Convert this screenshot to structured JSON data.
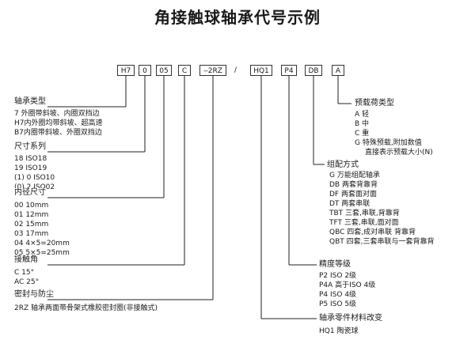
{
  "title": "角接触球轴承代号示例",
  "codes": {
    "h7": "H7",
    "c0": "0",
    "c05": "05",
    "cc": "C",
    "rz": "‒2RZ",
    "slash": "/",
    "hq1": "HQ1",
    "p4": "P4",
    "db": "DB",
    "a": "A"
  },
  "left": {
    "type": {
      "title": "轴承类型",
      "items": [
        "7  外圈带斜坡、内圈双挡边",
        "H7内外圈均带斜坡、超高速",
        "B7内圈带斜坡、外圈双挡边"
      ]
    },
    "size_series": {
      "title": "尺寸系列",
      "items": [
        "18  ISO18",
        "19  ISO19",
        "(1) 0  ISO10",
        "(0) 2  ISO02"
      ]
    },
    "bore": {
      "title": "内径尺寸",
      "items": [
        "00  10mm",
        "01  12mm",
        "02  15mm",
        "03  17mm",
        "04  4×5=20mm",
        "05  5×5=25mm"
      ]
    },
    "angle": {
      "title": "接触角",
      "items": [
        "C  15°",
        "AC  25°"
      ]
    },
    "seal": {
      "title": "密封与防尘",
      "items": [
        "2RZ  轴承两面带骨架式橡胶密封圈(非接触式)"
      ]
    }
  },
  "right": {
    "preload": {
      "title": "预载荷类型",
      "items": [
        "A  轻",
        "B  中",
        "C  重",
        "G  特殊预载,附加数值",
        "直接表示预载大小(N)"
      ]
    },
    "arrangement": {
      "title": "组配方式",
      "items": [
        "G  万能组配轴承",
        "DB  两套背靠背",
        "DF  两套面对面",
        "DT  两套串联",
        "TBT  三套,串联,背靠背",
        "TFT  三套,串联,面对面",
        "QBC  四套,成对串联 背靠背",
        "QBT  四套,三套串联与一套背靠背"
      ]
    },
    "precision": {
      "title": "精度等级",
      "items": [
        "P2  ISO  2级",
        "P4A  高于ISO  4级",
        "P4  ISO  4级",
        "P5  ISO  5级"
      ]
    },
    "material": {
      "title": "轴承零件材料改变",
      "items": [
        "HQ1  陶瓷球"
      ]
    }
  }
}
